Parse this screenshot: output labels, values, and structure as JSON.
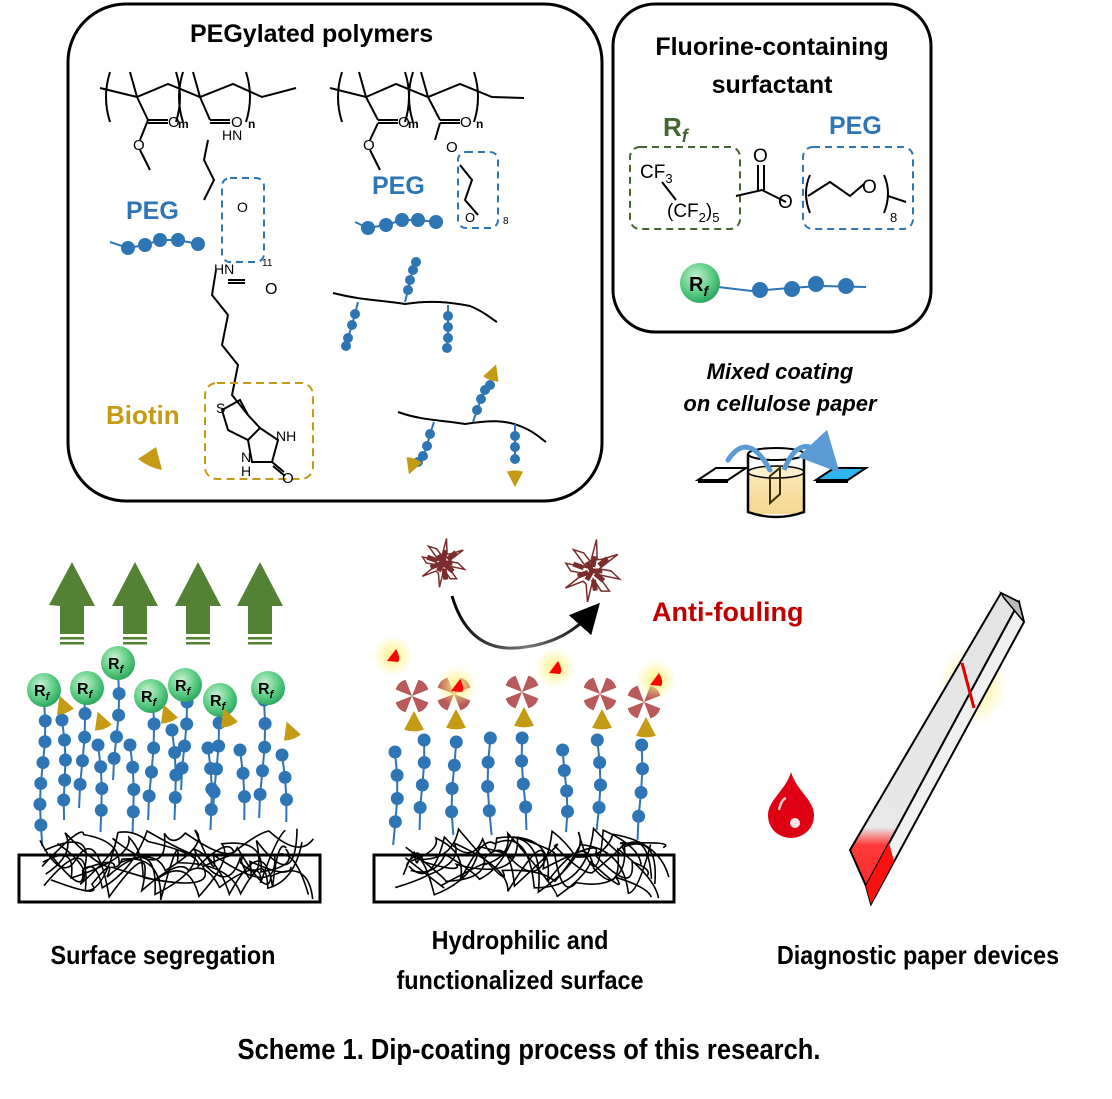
{
  "panels": {
    "pegylated": {
      "title": "PEGylated polymers",
      "peg_label_1": "PEG",
      "peg_label_2": "PEG",
      "biotin_label": "Biotin",
      "subscripts": {
        "m1": "m",
        "n1": "n",
        "m2": "m",
        "n2": "n",
        "repeat_11": "11",
        "repeat_8": "8"
      },
      "atoms": {
        "O": "O",
        "HN": "HN",
        "NH": "NH",
        "N": "N",
        "H": "H",
        "S": "S"
      }
    },
    "surfactant": {
      "title_line1": "Fluorine-containing",
      "title_line2": "surfactant",
      "rf_label": "R",
      "rf_sub": "f",
      "peg_label": "PEG",
      "cf3": "CF",
      "cf3_sub": "3",
      "cf2": "(CF",
      "cf2_sub": "2",
      "cf2_close": ")",
      "cf2_count": "5",
      "peg_repeat": "8",
      "o": "O"
    }
  },
  "process": {
    "line1": "Mixed coating",
    "line2": "on cellulose paper"
  },
  "rf_bead": {
    "main": "R",
    "sub": "f"
  },
  "anti_fouling_label": "Anti-fouling",
  "captions": {
    "left": "Surface segregation",
    "middle_line1": "Hydrophilic and",
    "middle_line2": "functionalized surface",
    "right": "Diagnostic paper devices"
  },
  "scheme_caption": "Scheme 1. Dip-coating process of this research.",
  "colors": {
    "peg_blue": "#2e75b6",
    "biotin_gold": "#c59a14",
    "rf_green": "#44662e",
    "arrow_green": "#548235",
    "antifouling_red": "#c00000",
    "protein": "#7b2c2c",
    "streptavidin": "#b85a5a"
  }
}
